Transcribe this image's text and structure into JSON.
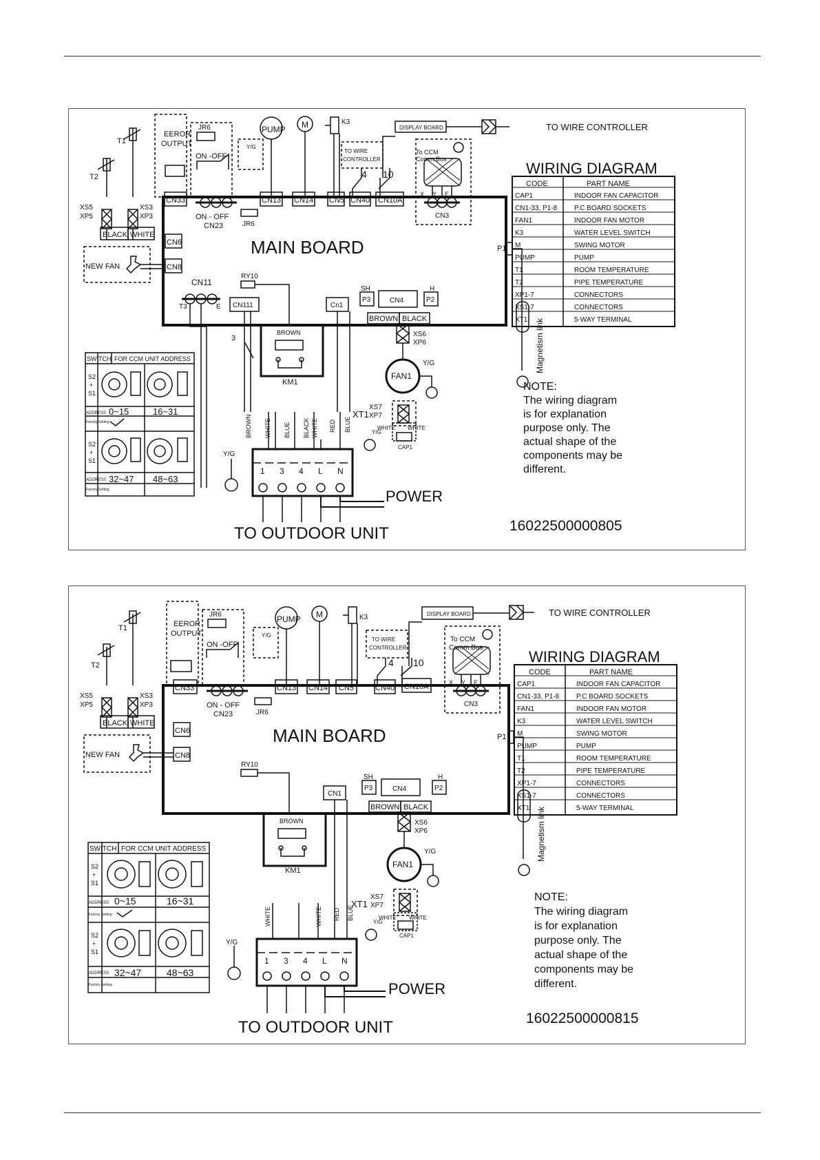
{
  "diagrams": [
    {
      "title": "WIRING DIAGRAM",
      "to_wire_controller": "TO WIRE CONTROLLER",
      "display_board": "DISPLAY BOARD",
      "to_wire_controller_small_1": "TO WIRE",
      "to_wire_controller_small_2": "CONTROLLER",
      "main_board": "MAIN BOARD",
      "to_outdoor_unit": "TO OUTDOOR UNIT",
      "power": "POWER",
      "magnetism_link": "Magnetism link",
      "ccm_1": "To CCM",
      "ccm_2": "Comm.Bus",
      "eror_1": "EEROR",
      "eror_2": "OUTPUT",
      "jr6": "JR6",
      "on_off": "ON -OFF",
      "on_off_2": "ON - OFF",
      "new_fan": "NEW FAN",
      "pump": "PUMP",
      "m": "M",
      "k3": "K3",
      "yg": "Y/G",
      "t1": "T1",
      "t2": "T2",
      "t3": "T3",
      "e": "E",
      "xs5": "XS5",
      "xp5": "XP5",
      "xs3": "XS3",
      "xp3": "XP3",
      "black": "BLACK",
      "white": "WHITE",
      "brown": "BROWN",
      "blue": "BLUE",
      "red": "RED",
      "black_white_1": "BLACK",
      "black_white_2": "WHITE",
      "km1": "KM1",
      "ry10": "RY10",
      "fan1": "FAN1",
      "xs6": "XS6",
      "xp6": "XP6",
      "xs7": "XS7",
      "xp7": "XP7",
      "xt1": "XT1",
      "cap1": "CAP1",
      "sh": "SH",
      "h": "H",
      "p1": "P1",
      "p2": "P2",
      "p3": "P3",
      "wire4": "4",
      "wire10": "10",
      "wire3": "3",
      "xye_x": "X",
      "xye_y": "Y",
      "xye_e": "E",
      "connectors_top": [
        "CN33",
        "CN13",
        "CN14",
        "CN5",
        "CN40",
        "CN10A"
      ],
      "cn3": "CN3",
      "cn23": "CN23",
      "cn6": "CN6",
      "cn8": "CN8",
      "cn11": "CN11",
      "cn111": "CN111",
      "cn1": "Cn1",
      "cn4": "CN4",
      "terminals": [
        "1",
        "3",
        "4",
        "L",
        "N"
      ],
      "switch_header_1": "SWITCH",
      "switch_header_2": "FOR CCM UNIT ADDRESS",
      "s2": "S2",
      "plus": "+",
      "s1": "S1",
      "address": "ADDRESS",
      "factory_setting": "Factory Setting",
      "ranges": [
        "0~15",
        "16~31",
        "32~47",
        "48~63"
      ],
      "parts_head_code": "CODE",
      "parts_head_name": "PART NAME",
      "parts": [
        {
          "code": "CAP1",
          "name": "INDOOR FAN CAPACITOR"
        },
        {
          "code": "CN1-33, P1-8",
          "name": "P.C BOARD SOCKETS"
        },
        {
          "code": "FAN1",
          "name": "INDOOR FAN MOTOR"
        },
        {
          "code": "K3",
          "name": "WATER LEVEL SWITCH"
        },
        {
          "code": "M",
          "name": "SWING MOTOR"
        },
        {
          "code": "PUMP",
          "name": "PUMP"
        },
        {
          "code": "T1",
          "name": "ROOM TEMPERATURE"
        },
        {
          "code": "T2",
          "name": "PIPE TEMPERATURE"
        },
        {
          "code": "XP1-7",
          "name": "CONNECTORS"
        },
        {
          "code": "XS1-7",
          "name": "CONNECTORS"
        },
        {
          "code": "XT1",
          "name": "5-WAY TERMINAL"
        }
      ],
      "note": [
        "NOTE:",
        "The wiring diagram",
        "is for explanation",
        "purpose only. The",
        "actual shape of the",
        "components may be",
        "different."
      ],
      "number": "16022500000805"
    },
    {
      "title": "WIRING DIAGRAM",
      "to_wire_controller": "TO WIRE CONTROLLER",
      "display_board": "DISPLAY BOARD",
      "to_wire_controller_small_1": "TO WIRE",
      "to_wire_controller_small_2": "CONTROLLER",
      "main_board": "MAIN BOARD",
      "to_outdoor_unit": "TO OUTDOOR UNIT",
      "power": "POWER",
      "magnetism_link": "Magnetism link",
      "ccm_1": "To CCM",
      "ccm_2": "Comm.Bus",
      "eror_1": "EEROR",
      "eror_2": "OUTPUT",
      "jr6": "JR6",
      "on_off": "ON -OFF",
      "on_off_2": "ON - OFF",
      "new_fan": "NEW FAN",
      "pump": "PUMP",
      "m": "M",
      "k3": "K3",
      "yg": "Y/G",
      "t1": "T1",
      "t2": "T2",
      "xs5": "XS5",
      "xp5": "XP5",
      "xs3": "XS3",
      "xp3": "XP3",
      "black": "BLACK",
      "white": "WHITE",
      "brown": "BROWN",
      "blue": "BLUE",
      "red": "RED",
      "km1": "KM1",
      "ry10": "RY10",
      "fan1": "FAN1",
      "xs6": "XS6",
      "xp6": "XP6",
      "xs7": "XS7",
      "xp7": "XP7",
      "xt1": "XT1",
      "cap1": "CAP1",
      "sh": "SH",
      "h": "H",
      "p1": "P1",
      "p2": "P2",
      "p3": "P3",
      "wire4": "4",
      "wire10": "10",
      "xye_x": "X",
      "xye_y": "Y",
      "xye_e": "E",
      "connectors_top": [
        "CN33",
        "CN13",
        "CN14",
        "CN5",
        "CN40",
        "CN10A"
      ],
      "cn3": "CN3",
      "cn23": "CN23",
      "cn6": "CN6",
      "cn8": "CN8",
      "cn1": "CN1",
      "cn4": "CN4",
      "terminals": [
        "1",
        "3",
        "4",
        "L",
        "N"
      ],
      "switch_header_1": "SWITCH",
      "switch_header_2": "FOR CCM UNIT ADDRESS",
      "s2": "S2",
      "plus": "+",
      "s1": "S1",
      "address": "ADDRESS",
      "factory_setting": "Factory Setting",
      "ranges": [
        "0~15",
        "16~31",
        "32~47",
        "48~63"
      ],
      "parts_head_code": "CODE",
      "parts_head_name": "PART NAME",
      "parts": [
        {
          "code": "CAP1",
          "name": "INDOOR FAN CAPACITOR"
        },
        {
          "code": "CN1-33, P1-8",
          "name": "P.C BOARD SOCKETS"
        },
        {
          "code": "FAN1",
          "name": "INDOOR FAN MOTOR"
        },
        {
          "code": "K3",
          "name": "WATER LEVEL SWITCH"
        },
        {
          "code": "M",
          "name": "SWING MOTOR"
        },
        {
          "code": "PUMP",
          "name": "PUMP"
        },
        {
          "code": "T1",
          "name": "ROOM TEMPERATURE"
        },
        {
          "code": "T2",
          "name": "PIPE TEMPERATURE"
        },
        {
          "code": "XP1-7",
          "name": "CONNECTORS"
        },
        {
          "code": "XS1-7",
          "name": "CONNECTORS"
        },
        {
          "code": "XT1",
          "name": "5-WAY TERMINAL"
        }
      ],
      "note": [
        "NOTE:",
        "The wiring diagram",
        "is for explanation",
        "purpose only. The",
        "actual shape of the",
        "components may be",
        "different."
      ],
      "number": "16022500000815"
    }
  ]
}
